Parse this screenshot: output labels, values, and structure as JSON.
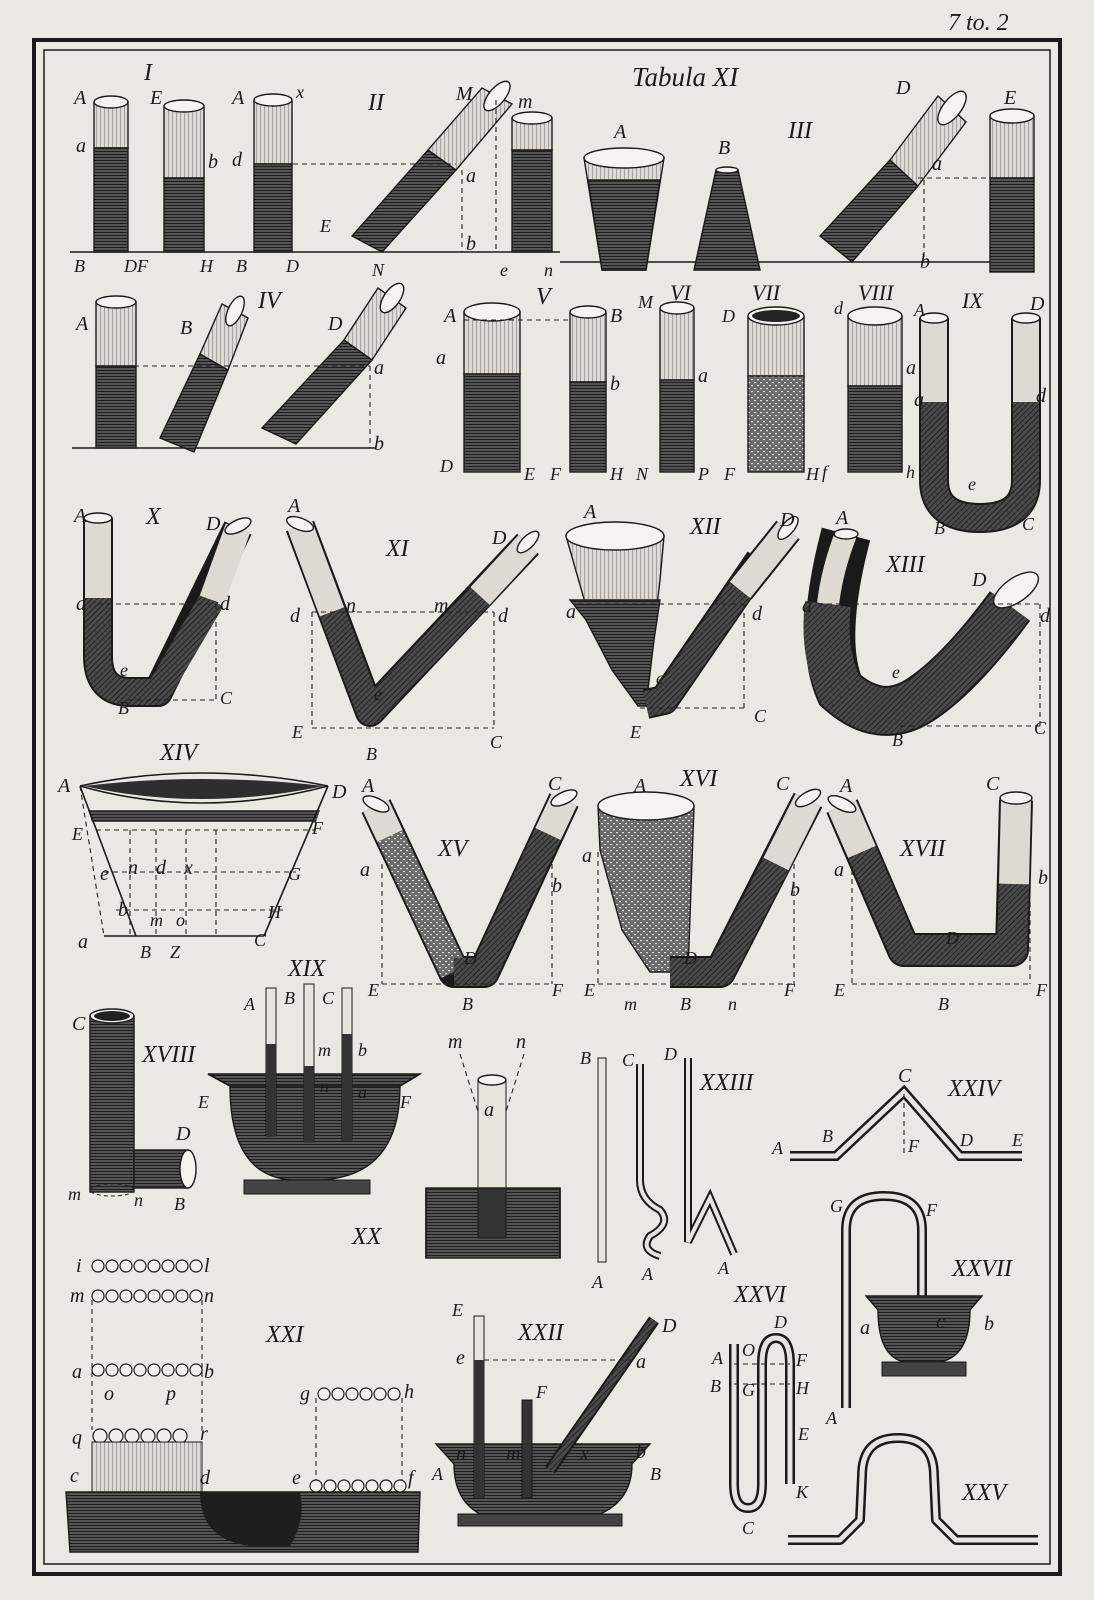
{
  "plate": {
    "corner_note": "7 to. 2",
    "title": "Tabula XI"
  },
  "figures": [
    {
      "id": "I",
      "labels": [
        "A",
        "E",
        "a",
        "b",
        "B",
        "D",
        "F",
        "H"
      ]
    },
    {
      "id": "II",
      "labels": [
        "A",
        "x",
        "d",
        "E",
        "B",
        "D",
        "M",
        "a",
        "b",
        "N",
        "m",
        "e",
        "n"
      ]
    },
    {
      "id": "III",
      "labels": [
        "A",
        "B",
        "D",
        "E",
        "a",
        "b"
      ]
    },
    {
      "id": "IV",
      "labels": [
        "A",
        "B",
        "D",
        "a",
        "b"
      ]
    },
    {
      "id": "V",
      "labels": [
        "A",
        "B",
        "a",
        "b",
        "D",
        "E",
        "F",
        "H"
      ]
    },
    {
      "id": "VI",
      "labels": [
        "M",
        "a",
        "N",
        "P"
      ]
    },
    {
      "id": "VII",
      "labels": [
        "D",
        "F",
        "H"
      ]
    },
    {
      "id": "VIII",
      "labels": [
        "d",
        "a",
        "f",
        "h"
      ]
    },
    {
      "id": "IX",
      "labels": [
        "A",
        "D",
        "a",
        "d",
        "e",
        "B",
        "C"
      ]
    },
    {
      "id": "X",
      "labels": [
        "A",
        "D",
        "a",
        "d",
        "e",
        "B",
        "C"
      ]
    },
    {
      "id": "XI",
      "labels": [
        "A",
        "D",
        "d",
        "n",
        "m",
        "d",
        "e",
        "E",
        "B",
        "C"
      ]
    },
    {
      "id": "XII",
      "labels": [
        "A",
        "D",
        "a",
        "d",
        "e",
        "E",
        "C"
      ]
    },
    {
      "id": "XIII",
      "labels": [
        "A",
        "D",
        "a",
        "d",
        "e",
        "B",
        "C"
      ]
    },
    {
      "id": "XIV",
      "labels": [
        "A",
        "D",
        "E",
        "F",
        "e",
        "n",
        "d",
        "x",
        "G",
        "b",
        "m",
        "o",
        "H",
        "a",
        "B",
        "Z",
        "C"
      ]
    },
    {
      "id": "XV",
      "labels": [
        "A",
        "C",
        "a",
        "b",
        "D",
        "E",
        "F",
        "B"
      ]
    },
    {
      "id": "XVI",
      "labels": [
        "A",
        "C",
        "a",
        "b",
        "D",
        "E",
        "F",
        "m",
        "B",
        "n"
      ]
    },
    {
      "id": "XVII",
      "labels": [
        "A",
        "C",
        "a",
        "b",
        "D",
        "E",
        "F",
        "B"
      ]
    },
    {
      "id": "XVIII",
      "labels": [
        "C",
        "D",
        "m",
        "n",
        "B"
      ]
    },
    {
      "id": "XIX",
      "labels": [
        "A",
        "B",
        "C",
        "m",
        "b",
        "n",
        "a",
        "E",
        "F"
      ]
    },
    {
      "id": "XX",
      "labels": [
        "m",
        "n",
        "a"
      ]
    },
    {
      "id": "XXI",
      "labels": [
        "i",
        "l",
        "m",
        "n",
        "a",
        "b",
        "o",
        "p",
        "g",
        "h",
        "q",
        "r",
        "c",
        "d",
        "e",
        "f"
      ]
    },
    {
      "id": "XXII",
      "labels": [
        "E",
        "D",
        "e",
        "a",
        "F",
        "n",
        "m",
        "x",
        "b",
        "A",
        "B"
      ]
    },
    {
      "id": "XXIII",
      "labels": [
        "B",
        "C",
        "D",
        "A",
        "A",
        "A"
      ]
    },
    {
      "id": "XXIV",
      "labels": [
        "C",
        "A",
        "B",
        "F",
        "D",
        "E"
      ]
    },
    {
      "id": "XXV",
      "labels": []
    },
    {
      "id": "XXVI",
      "labels": [
        "D",
        "A",
        "O",
        "F",
        "B",
        "G",
        "H",
        "E",
        "K",
        "C"
      ]
    },
    {
      "id": "XXVII",
      "labels": [
        "G",
        "F",
        "a",
        "c",
        "b",
        "A"
      ]
    }
  ]
}
